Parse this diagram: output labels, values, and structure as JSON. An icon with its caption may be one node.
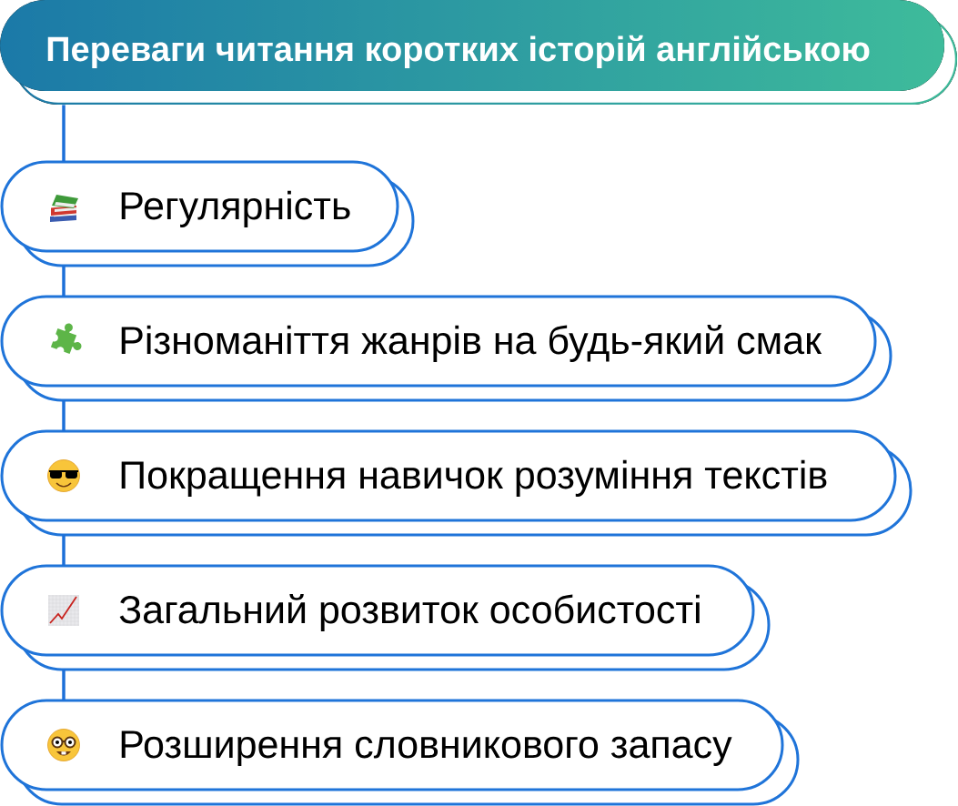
{
  "diagram": {
    "nodes": [
      {
        "text": [
          "Переваги читання коротких історій англійською"
        ]
      },
      {
        "text": [
          "Регулярність"
        ]
      },
      {
        "text": [
          "Різноманіття жанрів на будь-який смак"
        ]
      },
      {
        "text": [
          "Покращення навичок розуміння текстів"
        ]
      },
      {
        "text": [
          "Загальний розвиток особистості"
        ]
      },
      {
        "text": [
          "Розширення словникового запасу"
        ]
      }
    ],
    "edges": [
      {
        "from": 0,
        "to": 1,
        "arrow": "none"
      },
      {
        "from": 1,
        "to": 2,
        "arrow": "none"
      },
      {
        "from": 2,
        "to": 3,
        "arrow": "none"
      },
      {
        "from": 3,
        "to": 4,
        "arrow": "none"
      },
      {
        "from": 4,
        "to": 5,
        "arrow": "none"
      }
    ]
  }
}
